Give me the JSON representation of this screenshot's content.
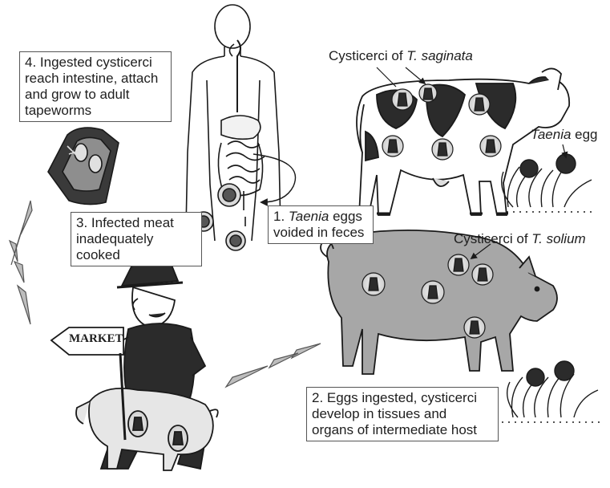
{
  "step1": {
    "number": "1.",
    "italic": "Taenia",
    "rest": " eggs",
    "line2": "voided in feces"
  },
  "step2": {
    "lines": [
      "2. Eggs ingested, cysticerci",
      "develop in tissues and",
      "organs of intermediate host"
    ]
  },
  "step3": {
    "lines": [
      "3. Infected meat",
      "inadequately cooked"
    ]
  },
  "step4": {
    "lines": [
      "4. Ingested cysticerci",
      "reach intestine, attach",
      "and grow to adult",
      "tapeworms"
    ]
  },
  "cow_label": {
    "prefix": "Cysticerci of ",
    "species": "T. saginata"
  },
  "pig_label": {
    "prefix": "Cysticerci of ",
    "species": "T. solium"
  },
  "egg_label": {
    "italic": "Taenia",
    "rest": " egg"
  },
  "market_sign": "MARKET",
  "colors": {
    "outline": "#1a1a1a",
    "body_fill": "#a7a7a7",
    "light_fill": "#e6e6e6",
    "dark_fill": "#2b2b2b",
    "arrow_fill": "#bdbdbd"
  }
}
